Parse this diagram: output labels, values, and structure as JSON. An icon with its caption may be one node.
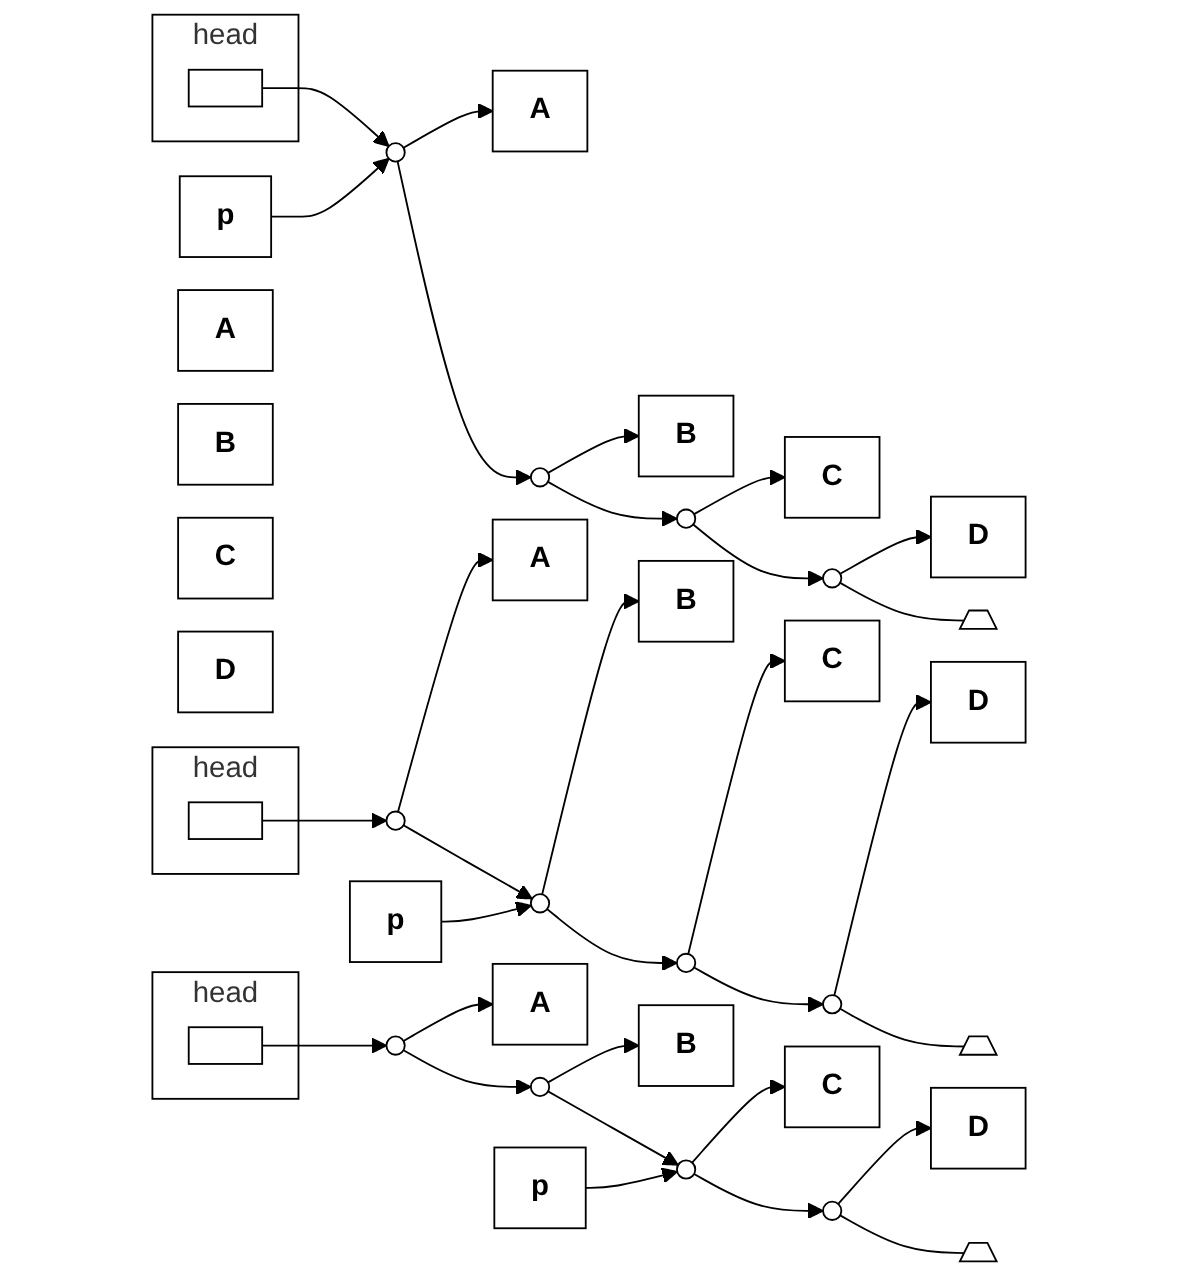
{
  "diagram": {
    "nodes": [
      {
        "text": [
          "A"
        ]
      },
      {
        "text": [
          "B"
        ]
      },
      {
        "text": [
          "C"
        ]
      },
      {
        "text": [
          "D"
        ]
      },
      {
        "text": [
          "head"
        ]
      },
      {
        "text": [],
        "shape": "box",
        "in": 4
      },
      {
        "text": [],
        "shape": "circle"
      },
      {
        "text": [],
        "shape": "circle"
      },
      {
        "text": [],
        "shape": "circle"
      },
      {
        "text": [],
        "shape": "circle"
      },
      {
        "text": [],
        "shape": "ground"
      },
      {
        "text": [
          "p"
        ]
      },
      {
        "text": [
          "A"
        ]
      },
      {
        "text": [
          "B"
        ]
      },
      {
        "text": [
          "C"
        ]
      },
      {
        "text": [
          "D"
        ]
      },
      {
        "text": [
          "head"
        ]
      },
      {
        "text": [],
        "shape": "box",
        "in": 16
      },
      {
        "text": [],
        "shape": "circle"
      },
      {
        "text": [],
        "shape": "circle"
      },
      {
        "text": [],
        "shape": "circle"
      },
      {
        "text": [],
        "shape": "circle"
      },
      {
        "text": [],
        "shape": "ground"
      },
      {
        "text": [
          "p"
        ]
      },
      {
        "text": [
          "A"
        ]
      },
      {
        "text": [
          "B"
        ]
      },
      {
        "text": [
          "C"
        ]
      },
      {
        "text": [
          "D"
        ]
      },
      {
        "text": [
          "head"
        ]
      },
      {
        "text": [],
        "shape": "box",
        "in": 28
      },
      {
        "text": [],
        "shape": "circle"
      },
      {
        "text": [],
        "shape": "circle"
      },
      {
        "text": [],
        "shape": "circle"
      },
      {
        "text": [],
        "shape": "circle"
      },
      {
        "text": [],
        "shape": "ground"
      },
      {
        "text": [
          "p"
        ]
      },
      {
        "text": [
          "A"
        ]
      },
      {
        "text": [
          "B"
        ]
      },
      {
        "text": [
          "C"
        ]
      },
      {
        "text": [
          "D"
        ]
      }
    ],
    "edges": [
      {
        "from": 5,
        "to": 6,
        "arrow": "to"
      },
      {
        "from": 6,
        "to": 0,
        "arrow": "to"
      },
      {
        "from": 7,
        "to": 1,
        "arrow": "to"
      },
      {
        "from": 8,
        "to": 2,
        "arrow": "to"
      },
      {
        "from": 9,
        "to": 3,
        "arrow": "to"
      },
      {
        "from": 6,
        "to": 7,
        "arrow": "to"
      },
      {
        "from": 7,
        "to": 8,
        "arrow": "to"
      },
      {
        "from": 8,
        "to": 9,
        "arrow": "to"
      },
      {
        "from": 9,
        "to": 10,
        "arrow": "none"
      },
      {
        "from": 11,
        "to": 6,
        "arrow": "to"
      },
      {
        "from": 17,
        "to": 18,
        "arrow": "to"
      },
      {
        "from": 18,
        "to": 12,
        "arrow": "to"
      },
      {
        "from": 19,
        "to": 13,
        "arrow": "to"
      },
      {
        "from": 20,
        "to": 14,
        "arrow": "to"
      },
      {
        "from": 21,
        "to": 15,
        "arrow": "to"
      },
      {
        "from": 18,
        "to": 19,
        "arrow": "to"
      },
      {
        "from": 19,
        "to": 20,
        "arrow": "to"
      },
      {
        "from": 20,
        "to": 21,
        "arrow": "to"
      },
      {
        "from": 21,
        "to": 22,
        "arrow": "none"
      },
      {
        "from": 23,
        "to": 19,
        "arrow": "to"
      },
      {
        "from": 29,
        "to": 30,
        "arrow": "to"
      },
      {
        "from": 30,
        "to": 24,
        "arrow": "to"
      },
      {
        "from": 31,
        "to": 25,
        "arrow": "to"
      },
      {
        "from": 32,
        "to": 26,
        "arrow": "to"
      },
      {
        "from": 33,
        "to": 27,
        "arrow": "to"
      },
      {
        "from": 30,
        "to": 31,
        "arrow": "to"
      },
      {
        "from": 31,
        "to": 32,
        "arrow": "to"
      },
      {
        "from": 32,
        "to": 33,
        "arrow": "to"
      },
      {
        "from": 33,
        "to": 34,
        "arrow": "none"
      },
      {
        "from": 35,
        "to": 32,
        "arrow": "to"
      }
    ]
  }
}
